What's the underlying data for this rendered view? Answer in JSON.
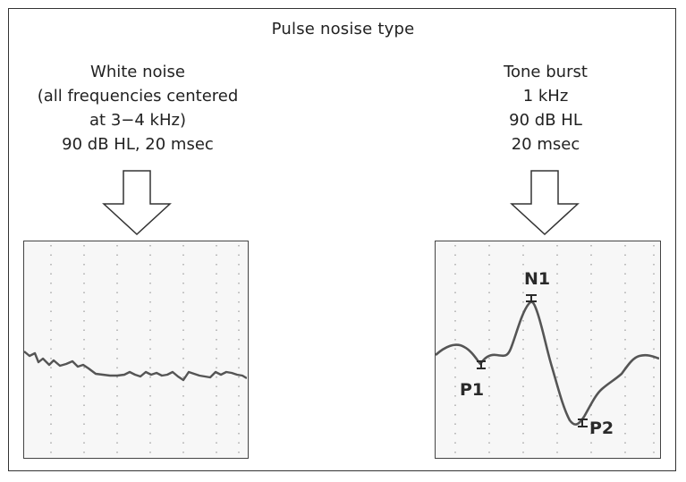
{
  "title": "Pulse nosise type",
  "stimuli": {
    "white_noise": {
      "lines": [
        "White noise",
        "(all frequencies centered",
        "at 3−4 kHz)",
        "90 dB HL, 20 msec"
      ]
    },
    "tone_burst": {
      "lines": [
        "Tone burst",
        "1 kHz",
        "90 dB HL",
        "20 msec"
      ]
    }
  },
  "waveforms": {
    "white_noise": {
      "response": "flat, no identifiable peaks"
    },
    "tone_burst": {
      "peaks": [
        "P1",
        "N1",
        "P2"
      ]
    }
  },
  "colors": {
    "trace_line": "#555555",
    "grid_dots": "#b0b0b0",
    "panel_bg": "#f7f7f7"
  },
  "icons": [
    "down-arrow-icon",
    "down-arrow-icon"
  ]
}
